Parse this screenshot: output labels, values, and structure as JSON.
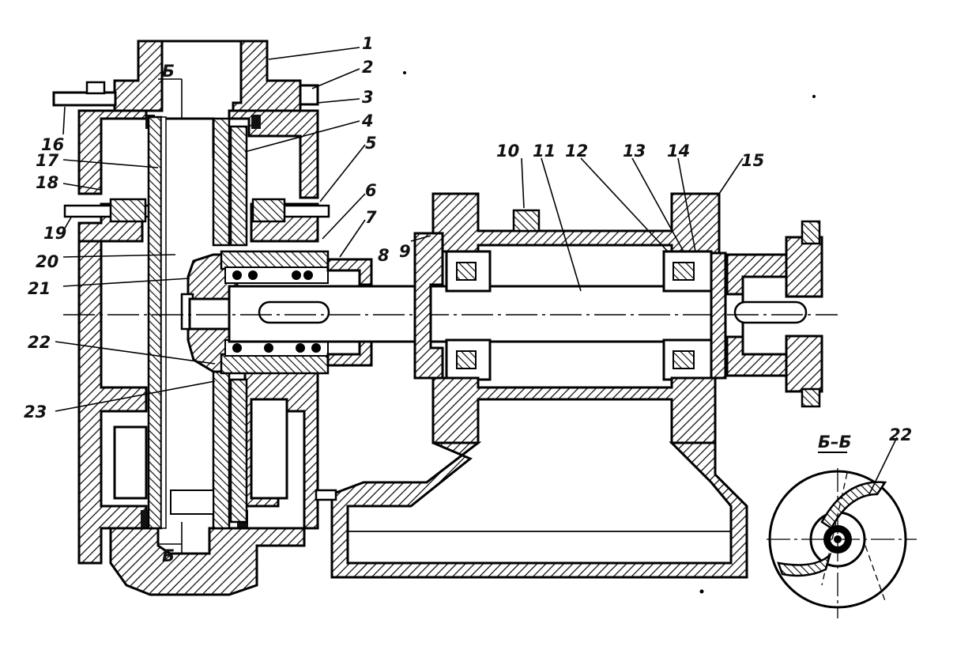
{
  "figure": {
    "callouts": [
      "1",
      "2",
      "3",
      "4",
      "5",
      "6",
      "7",
      "8",
      "9",
      "10",
      "11",
      "12",
      "13",
      "14",
      "15",
      "16",
      "17",
      "18",
      "19",
      "20",
      "21",
      "22",
      "23"
    ],
    "section_marks": [
      "Б",
      "Б"
    ],
    "section_title": "Б–Б",
    "section_callout": "22"
  }
}
